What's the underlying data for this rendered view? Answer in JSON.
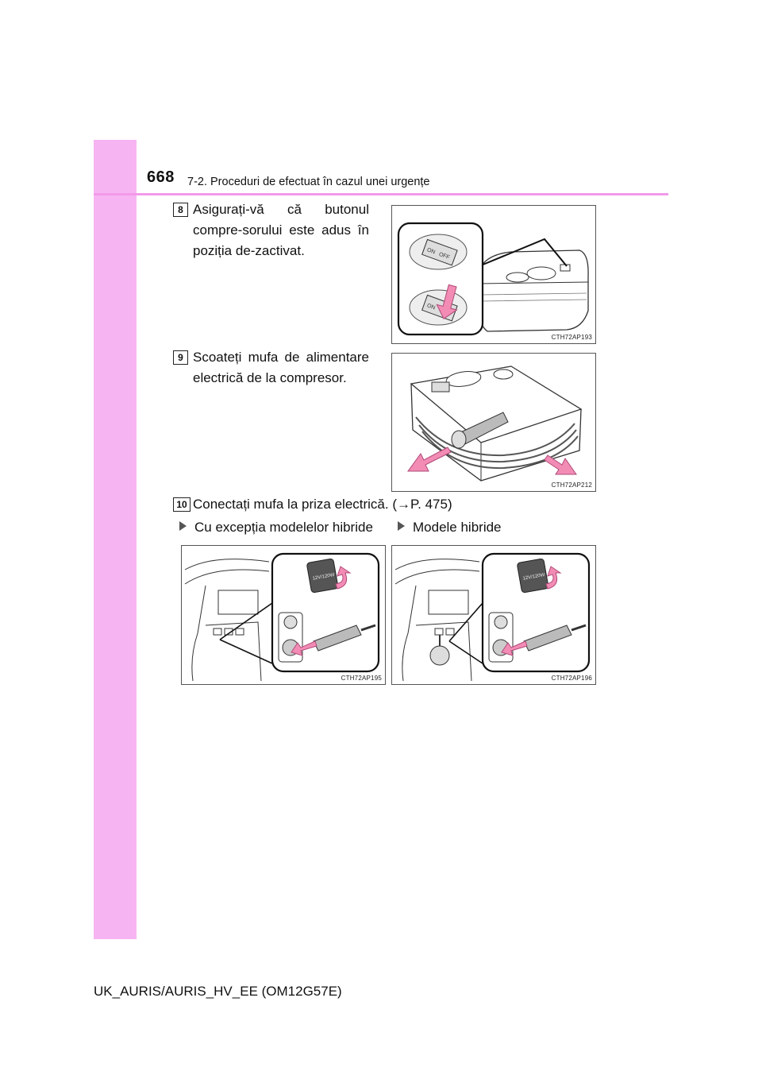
{
  "header": {
    "page_number": "668",
    "section_title": "7-2. Proceduri de efectuat în cazul unei urgențe"
  },
  "steps": [
    {
      "number": "8",
      "text": "Asigurați-vă că butonul compre-sorului este adus în poziția de-zactivat.",
      "figure_code": "CTH72AP193"
    },
    {
      "number": "9",
      "text": "Scoateți mufa de alimentare electrică de la compresor.",
      "figure_code": "CTH72AP212"
    },
    {
      "number": "10",
      "text": "Conectați mufa la priza electrică. (→P. 475)"
    }
  ],
  "variants": [
    {
      "label": "Cu excepția modelelor hibride",
      "figure_code": "CTH72AP195"
    },
    {
      "label": "Modele hibride",
      "figure_code": "CTH72AP196"
    }
  ],
  "figure_labels": {
    "switch_on": "ON",
    "switch_off": "OFF",
    "socket_label": "12V/120W"
  },
  "colors": {
    "sidebar": "#f7b4f2",
    "header_rule": "#f39ae9",
    "arrow_pink": "#f28cb4"
  },
  "footer": {
    "document_id": "UK_AURIS/AURIS_HV_EE (OM12G57E)"
  }
}
